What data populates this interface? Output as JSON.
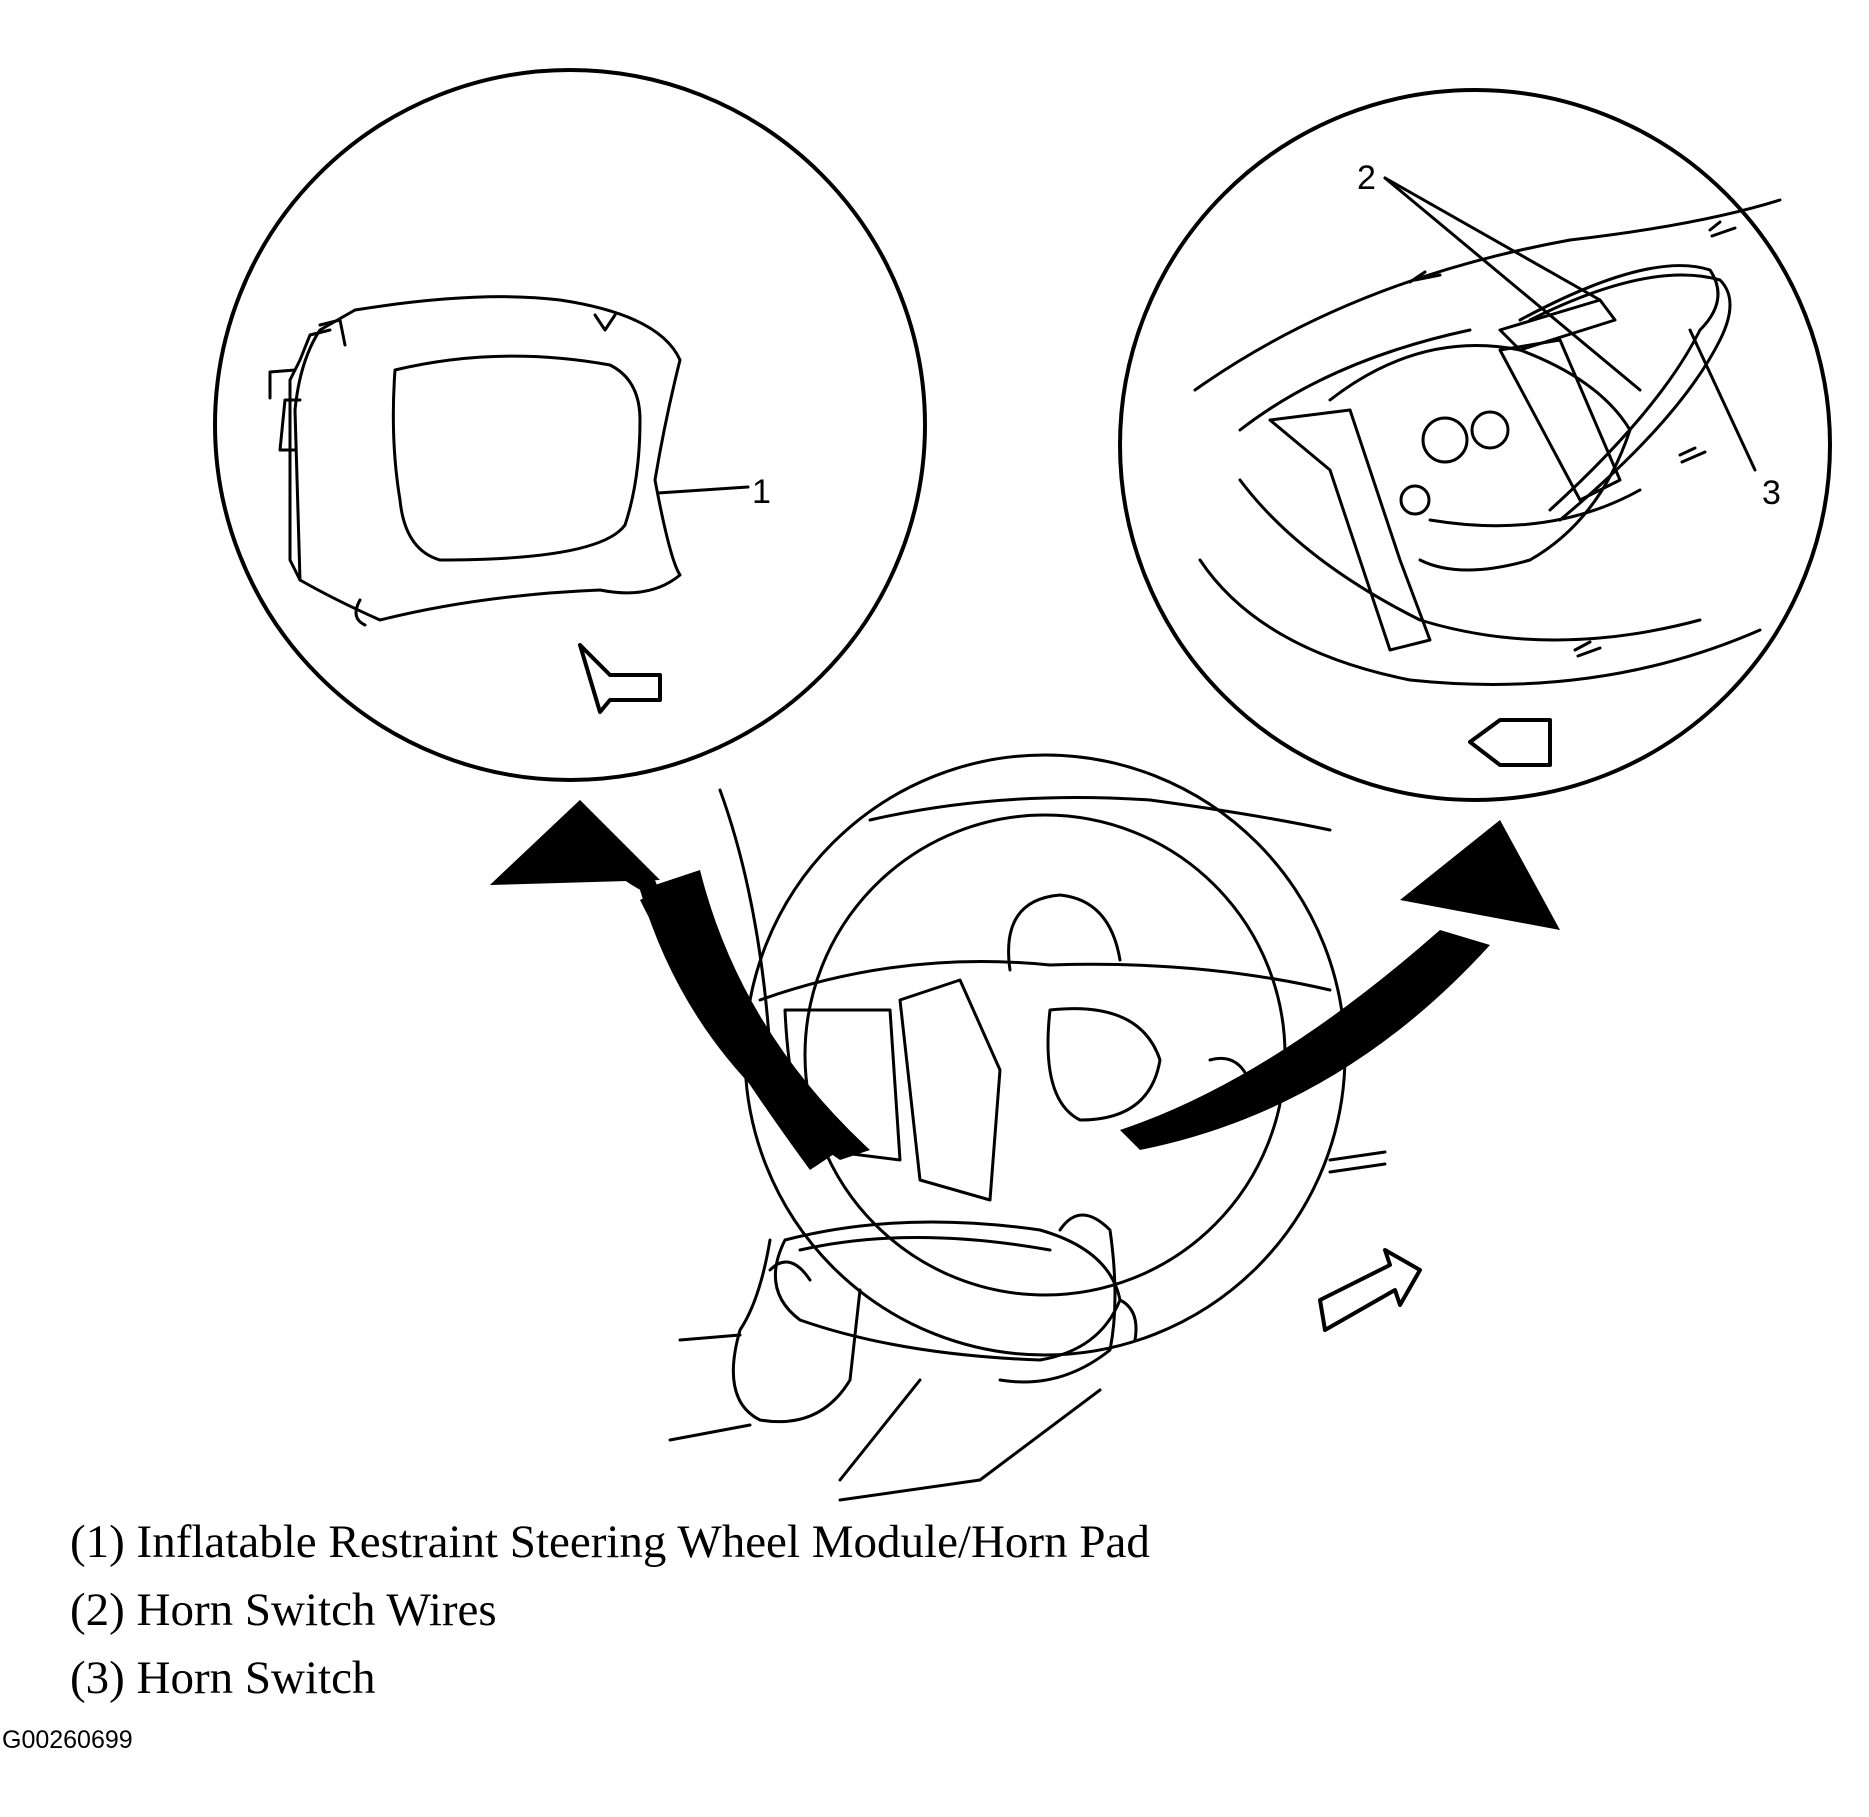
{
  "figure": {
    "callouts": [
      {
        "number": "1",
        "part": "Inflatable Restraint Steering Wheel Module/Horn Pad"
      },
      {
        "number": "2",
        "part": "Horn Switch Wires"
      },
      {
        "number": "3",
        "part": "Horn Switch"
      }
    ],
    "legend": [
      "(1) Inflatable Restraint Steering Wheel Module/Horn Pad",
      "(2) Horn Switch Wires",
      "(3) Horn Switch"
    ],
    "figure_id": "G00260699"
  }
}
